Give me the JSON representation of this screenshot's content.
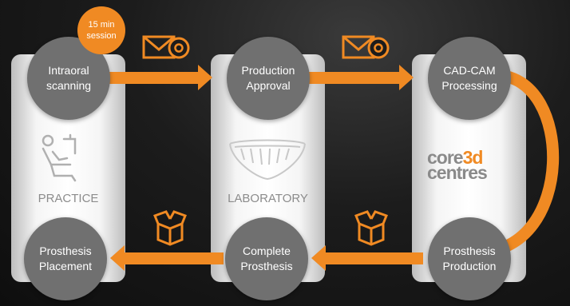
{
  "colors": {
    "accent": "#f08a23",
    "circle": "#707070",
    "panel": "#ffffff",
    "label": "#8c8c8c"
  },
  "badge": {
    "text": "15 min\nsession"
  },
  "steps": {
    "intraoral": "Intraoral\nscanning",
    "production_approval": "Production\nApproval",
    "cadcam": "CAD-CAM\nProcessing",
    "prosthesis_production": "Prosthesis\nProduction",
    "complete_prosthesis": "Complete\nProsthesis",
    "prosthesis_placement": "Prosthesis\nPlacement"
  },
  "panels": {
    "practice": "PRACTICE",
    "laboratory": "LABORATORY"
  },
  "logo": {
    "line1_a": "core",
    "line1_b": "3d",
    "line2": "centres"
  },
  "icons": {
    "top_left": "email-icon",
    "top_right": "email-icon",
    "bottom_left": "box-icon",
    "bottom_right": "box-icon",
    "practice": "dental-chair-icon",
    "laboratory": "dentures-icon"
  }
}
